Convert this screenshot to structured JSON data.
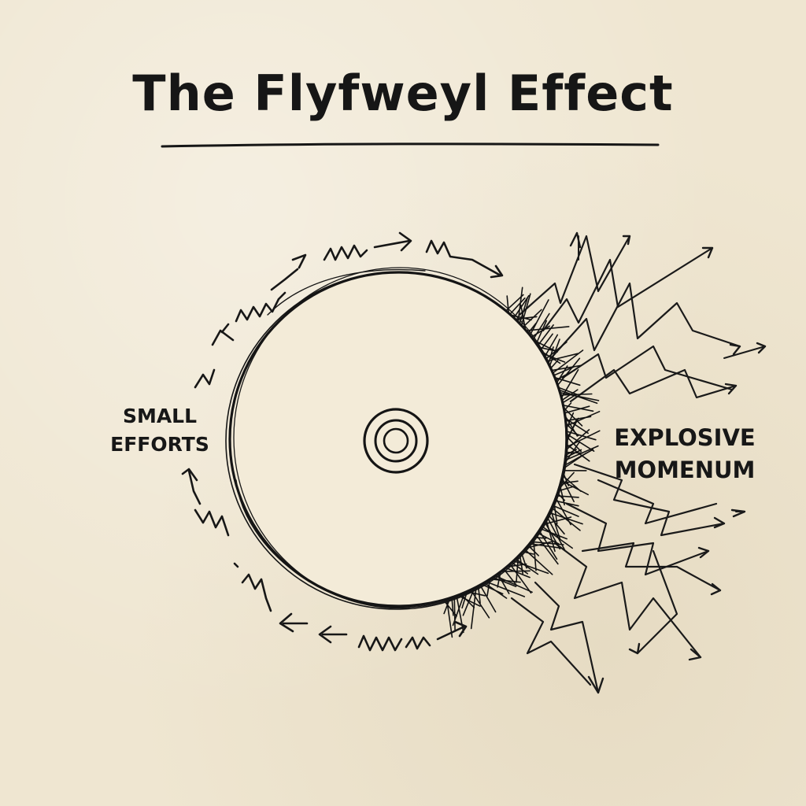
{
  "title": "The Flyfweyl Effect",
  "labels": {
    "left": [
      "SMALL",
      "EFFORTS"
    ],
    "right": [
      "EXPLOSIVE",
      "MOMENUM"
    ]
  },
  "colors": {
    "paper": "#efe6d1",
    "ink": "#161616"
  }
}
